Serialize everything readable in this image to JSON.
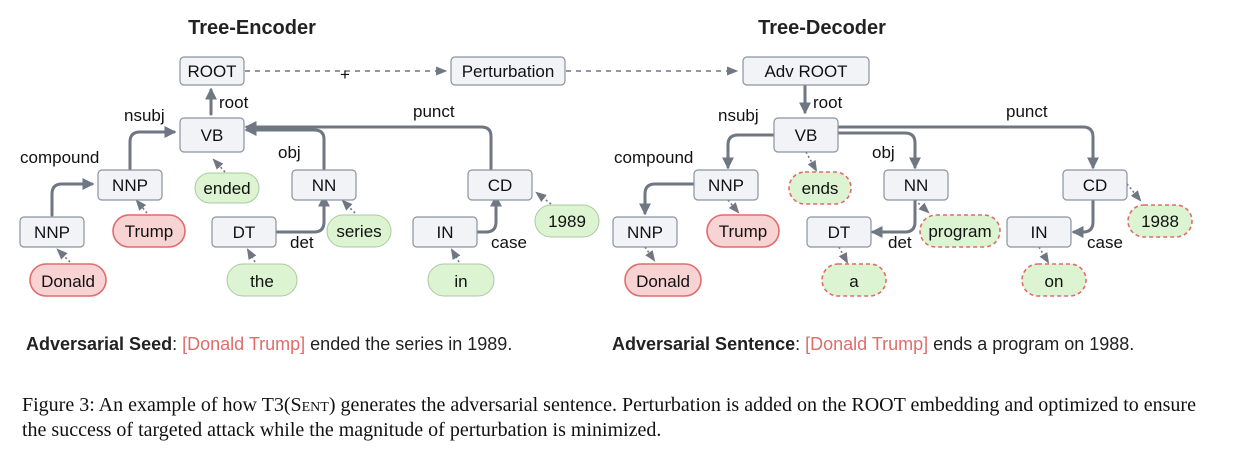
{
  "titles": {
    "encoder": "Tree-Encoder",
    "decoder": "Tree-Decoder"
  },
  "colors": {
    "token_green": "#ddf4d2",
    "token_red": "#f8d3d3",
    "edge": "#6f7783",
    "highlight_text": "#e06c6c"
  },
  "encoder": {
    "root": "ROOT",
    "vb": "VB",
    "nnp_trump": "NNP",
    "nnp_donald": "NNP",
    "nn": "NN",
    "dt": "DT",
    "cd": "CD",
    "in": "IN",
    "tok_ended": "ended",
    "tok_trump": "Trump",
    "tok_donald": "Donald",
    "tok_series": "series",
    "tok_the": "the",
    "tok_in": "in",
    "tok_1989": "1989",
    "lbl_root": "root",
    "lbl_nsubj": "nsubj",
    "lbl_compound": "compound",
    "lbl_obj": "obj",
    "lbl_det": "det",
    "lbl_punct": "punct",
    "lbl_case": "case"
  },
  "perturbation": {
    "label": "Perturbation",
    "plus": "+"
  },
  "decoder": {
    "root": "Adv ROOT",
    "vb": "VB",
    "nnp_trump": "NNP",
    "nnp_donald": "NNP",
    "nn": "NN",
    "dt": "DT",
    "cd": "CD",
    "in": "IN",
    "tok_ends": "ends",
    "tok_trump": "Trump",
    "tok_donald": "Donald",
    "tok_program": "program",
    "tok_a": "a",
    "tok_on": "on",
    "tok_1988": "1988",
    "lbl_root": "root",
    "lbl_nsubj": "nsubj",
    "lbl_compound": "compound",
    "lbl_obj": "obj",
    "lbl_det": "det",
    "lbl_punct": "punct",
    "lbl_case": "case"
  },
  "seed": {
    "label": "Adversarial Seed",
    "colon": ": ",
    "highlight": "[Donald Trump]",
    "rest": " ended the series in 1989."
  },
  "adv": {
    "label": "Adversarial Sentence",
    "colon": ": ",
    "highlight": "[Donald Trump]",
    "rest": " ends a program on 1988."
  },
  "caption": {
    "part1": "Figure 3: An example of how T3(",
    "sent": "Sent",
    "part2": ") generates the adversarial sentence. Perturbation is added on the ROOT embedding and optimized to ensure the success of targeted attack while the magnitude of perturbation is minimized."
  }
}
